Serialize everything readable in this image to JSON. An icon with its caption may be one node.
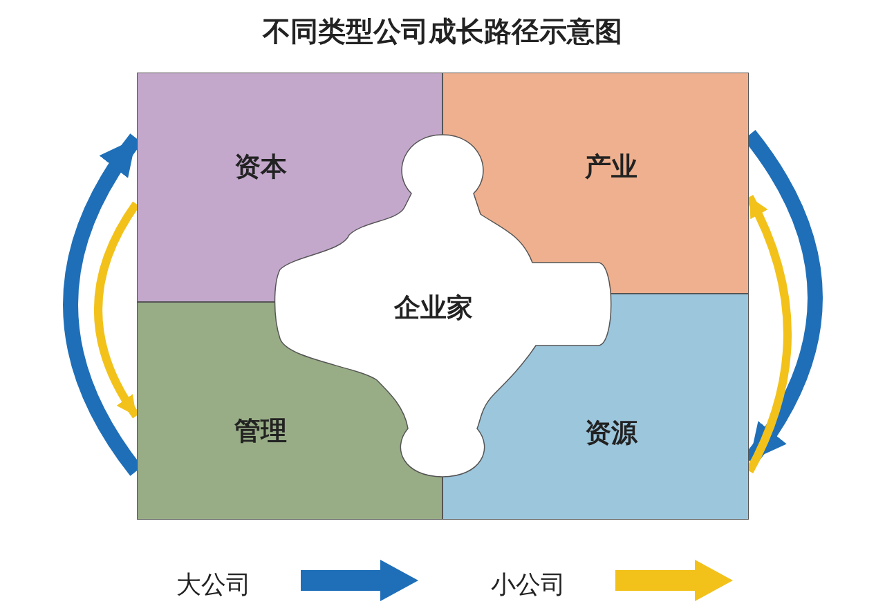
{
  "diagram": {
    "title": "不同类型公司成长路径示意图",
    "nodes": [
      {
        "text": [
          "资本"
        ]
      },
      {
        "text": [
          "产业"
        ]
      },
      {
        "text": [
          "企业家"
        ]
      },
      {
        "text": [
          "管理"
        ]
      },
      {
        "text": [
          "资源"
        ]
      }
    ],
    "edges": [
      {
        "from": 3,
        "to": 0,
        "arrow": "to",
        "style": "thick",
        "color": "#1f6fb8"
      },
      {
        "from": 0,
        "to": 3,
        "arrow": "to",
        "color": "#f2c21b"
      },
      {
        "from": 1,
        "to": 4,
        "arrow": "to",
        "style": "thick",
        "color": "#1f6fb8"
      },
      {
        "from": 4,
        "to": 1,
        "arrow": "to",
        "color": "#f2c21b"
      }
    ],
    "legend": [
      {
        "text": "大公司"
      },
      {
        "text": "小公司"
      }
    ]
  }
}
